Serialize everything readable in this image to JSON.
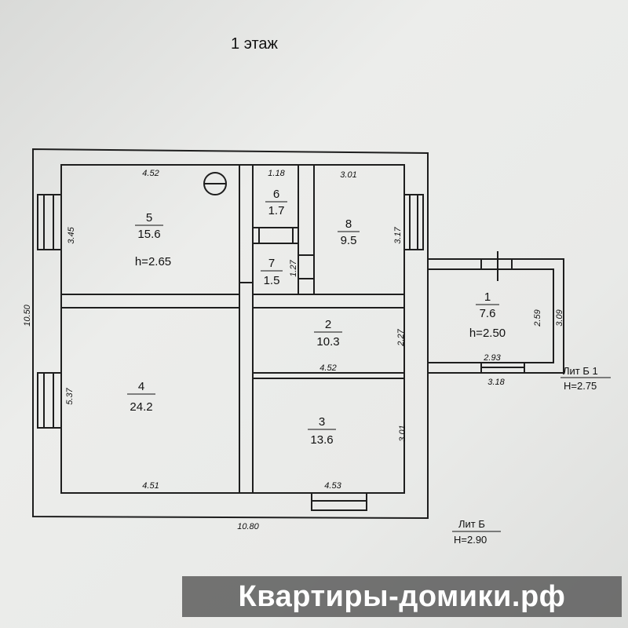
{
  "title": "1 этаж",
  "rooms": [
    {
      "id": "5",
      "area": "15.6",
      "height": "h=2.65"
    },
    {
      "id": "6",
      "area": "1.7"
    },
    {
      "id": "7",
      "area": "1.5"
    },
    {
      "id": "8",
      "area": "9.5"
    },
    {
      "id": "4",
      "area": "24.2"
    },
    {
      "id": "2",
      "area": "10.3"
    },
    {
      "id": "3",
      "area": "13.6"
    },
    {
      "id": "1",
      "area": "7.6",
      "height": "h=2.50"
    }
  ],
  "dimensions": {
    "r5_w": "4.52",
    "r5_h": "3.45",
    "r6_w": "1.18",
    "r7_h": "1.27",
    "r8_w": "3.01",
    "r8_h": "3.17",
    "r2_w": "4.52",
    "r2_h": "2.27",
    "r4_h": "5.37",
    "r4_w": "4.51",
    "r3_w": "4.53",
    "r3_h": "3.01",
    "total_h": "10.50",
    "total_w": "10.80",
    "r1_w_in": "2.93",
    "r1_w_out": "3.18",
    "r1_h_in": "2.59",
    "r1_h_out": "3.09"
  },
  "lit_b1": {
    "name": "Лит Б 1",
    "height": "H=2.75"
  },
  "lit_b": {
    "name": "Лит Б",
    "height": "H=2.90"
  },
  "watermark": "Квартиры-домики.рф"
}
